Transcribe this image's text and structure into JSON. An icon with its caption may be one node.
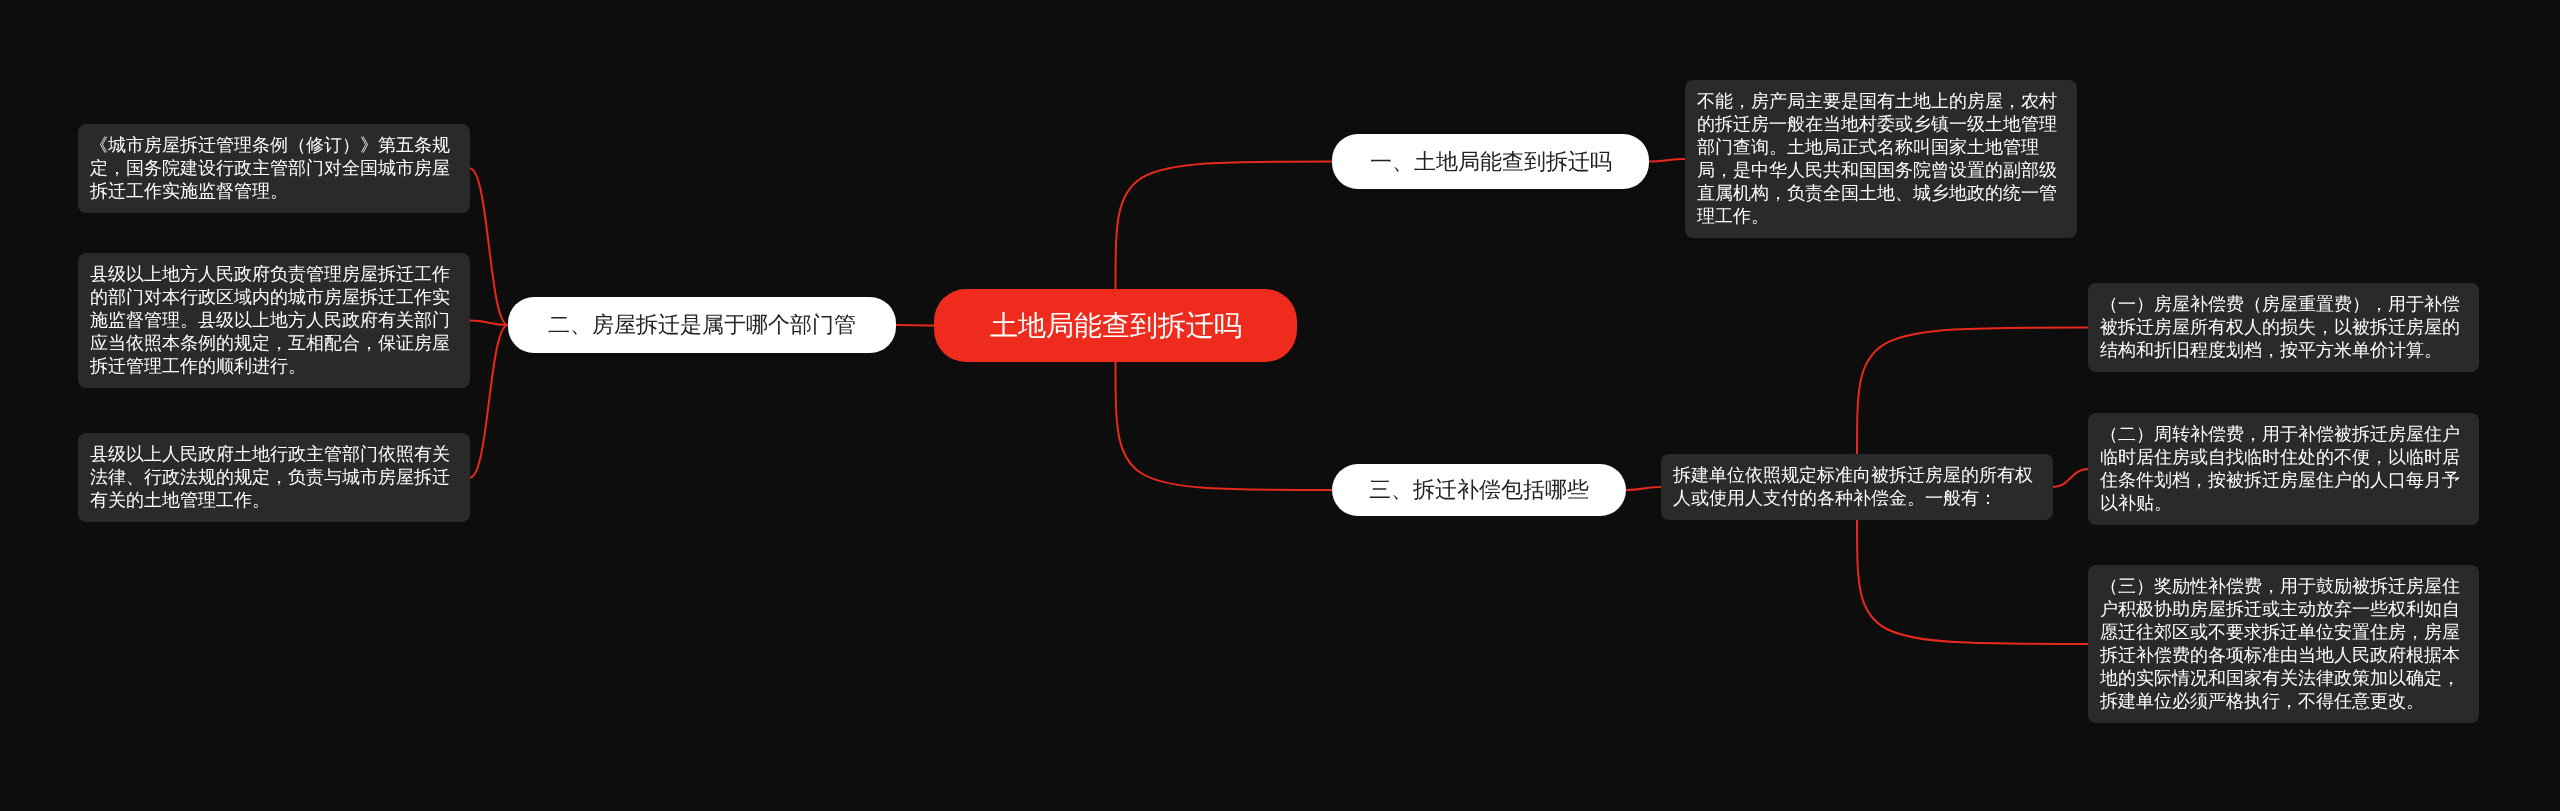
{
  "diagram": {
    "nodes": [
      {
        "text": [
          "土地局能查到拆迁吗"
        ]
      },
      {
        "text": [
          "一、土地局能查到拆迁吗"
        ]
      },
      {
        "text": [
          "不能，房产局主要是国有土地上的房屋，农村的拆迁房一般在当地村委或乡镇一级土地管理部门查询。土地局正式名称叫国家土地管理局，是中华人民共和国国务院曾设置的副部级直属机构，负责全国土地、城乡地政的统一管理工作。"
        ]
      },
      {
        "text": [
          "二、房屋拆迁是属于哪个部门管"
        ]
      },
      {
        "text": [
          "《城市房屋拆迁管理条例（修订）》第五条规定，国务院建设行政主管部门对全国城市房屋拆迁工作实施监督管理。"
        ]
      },
      {
        "text": [
          "县级以上地方人民政府负责管理房屋拆迁工作的部门对本行政区域内的城市房屋拆迁工作实施监督管理。县级以上地方人民政府有关部门应当依照本条例的规定，互相配合，保证房屋拆迁管理工作的顺利进行。"
        ]
      },
      {
        "text": [
          "县级以上人民政府土地行政主管部门依照有关法律、行政法规的规定，负责与城市房屋拆迁有关的土地管理工作。"
        ]
      },
      {
        "text": [
          "三、拆迁补偿包括哪些"
        ]
      },
      {
        "text": [
          "拆建单位依照规定标准向被拆迁房屋的所有权人或使用人支付的各种补偿金。一般有："
        ]
      },
      {
        "text": [
          "（一）房屋补偿费（房屋重置费），用于补偿被拆迁房屋所有权人的损失，以被拆迁房屋的结构和折旧程度划档，按平方米单价计算。"
        ]
      },
      {
        "text": [
          "（二）周转补偿费，用于补偿被拆迁房屋住户临时居住房或自找临时住处的不便，以临时居住条件划档，按被拆迁房屋住户的人口每月予以补贴。"
        ]
      },
      {
        "text": [
          "（三）奖励性补偿费，用于鼓励被拆迁房屋住户积极协助房屋拆迁或主动放弃一些权利如自愿迁往郊区或不要求拆迁单位安置住房，房屋拆迁补偿费的各项标准由当地人民政府根据本地的实际情况和国家有关法律政策加以确定，拆建单位必须严格执行，不得任意更改。"
        ]
      }
    ],
    "edges": [
      {
        "from": 0,
        "to": 1,
        "arrow": "none"
      },
      {
        "from": 1,
        "to": 2,
        "arrow": "none"
      },
      {
        "from": 0,
        "to": 3,
        "arrow": "none"
      },
      {
        "from": 3,
        "to": 4,
        "arrow": "none"
      },
      {
        "from": 3,
        "to": 5,
        "arrow": "none"
      },
      {
        "from": 3,
        "to": 6,
        "arrow": "none"
      },
      {
        "from": 0,
        "to": 7,
        "arrow": "none"
      },
      {
        "from": 7,
        "to": 8,
        "arrow": "none"
      },
      {
        "from": 8,
        "to": 9,
        "arrow": "none"
      },
      {
        "from": 8,
        "to": 10,
        "arrow": "none"
      },
      {
        "from": 8,
        "to": 11,
        "arrow": "none"
      }
    ]
  }
}
